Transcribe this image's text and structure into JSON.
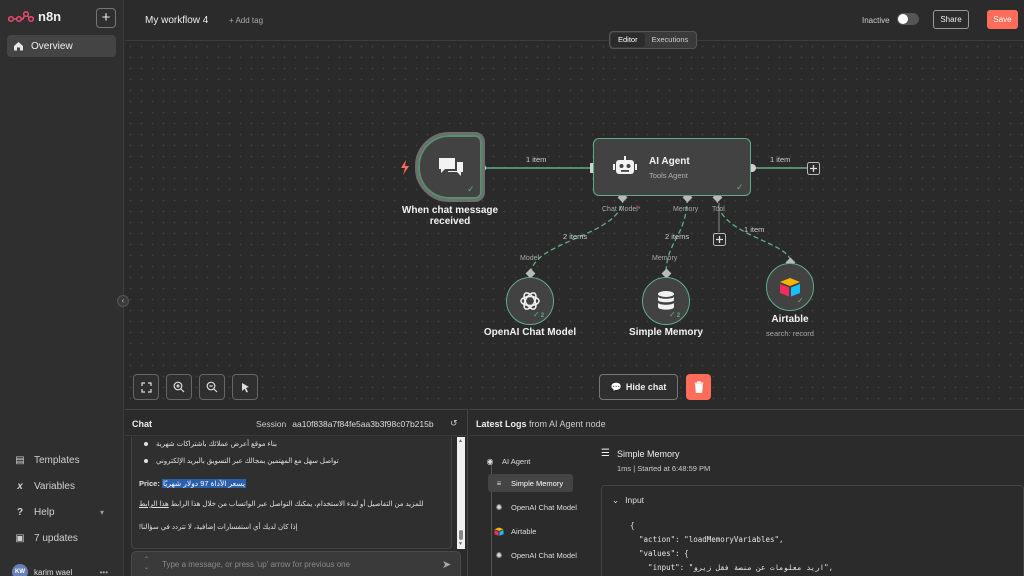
{
  "app": {
    "logo_text": "n8n"
  },
  "sidebar": {
    "overview_label": "Overview",
    "bottom_items": [
      {
        "label": "Templates"
      },
      {
        "label": "Variables"
      },
      {
        "label": "Help"
      },
      {
        "label": "7 updates"
      }
    ],
    "user_name": "karim wael",
    "user_initials": "KW"
  },
  "header": {
    "workflow_title": "My workflow 4",
    "add_tag": "+ Add tag",
    "status_label": "Inactive",
    "share_label": "Share",
    "save_label": "Save",
    "tabs": [
      {
        "label": "Editor"
      },
      {
        "label": "Executions"
      }
    ]
  },
  "canvas": {
    "trigger": {
      "label_line1": "When chat message",
      "label_line2": "received"
    },
    "agent": {
      "title": "AI Agent",
      "subtitle": "Tools Agent",
      "ports": {
        "chat_model": "Chat Model",
        "chat_model_req": "*",
        "memory": "Memory",
        "tool": "Tool"
      }
    },
    "edges": {
      "trigger_to_agent": "1 item",
      "agent_out": "1 item",
      "model": "2 items",
      "memory": "2 items",
      "tool": "1 item"
    },
    "model_node": {
      "port_label": "Model",
      "label": "OpenAI Chat Model",
      "run_count": "2"
    },
    "memory_node": {
      "port_label": "Memory",
      "label": "Simple Memory",
      "run_count": "2"
    },
    "tool_node": {
      "label": "Airtable",
      "subtitle": "search: record"
    },
    "controls": {
      "hide_chat": "Hide chat"
    }
  },
  "chat": {
    "title": "Chat",
    "session_label": "Session",
    "session_id": "aa10f838a7f84fe5aa3b3f98c07b215b",
    "messages": {
      "bullet1": "بناء موقع أعرض عملائك باشتراكات شهرية",
      "bullet2": "تواصل سهل مع المهتمين بمجالك عبر التسويق بالبريد الإلكتروني",
      "price_label": "Price:",
      "price_text": "يسعر الآداة 97 دولار شهريًا",
      "line_more": "للمزيد من التفاصيل أو لبدء الاستخدام، يمكنك التواصل عبر الواتساب من خلال هذا الرابط",
      "line_more_link": "هذا الرابط",
      "line_help": "إذا كان لديك أي استفسارات إضافية، لا تتردد في سؤالنا!"
    },
    "input_placeholder": "Type a message, or press 'up' arrow for previous one"
  },
  "logs": {
    "title_prefix": "Latest Logs",
    "title_suffix": "from AI Agent node",
    "tree": [
      {
        "label": "AI Agent"
      },
      {
        "label": "Simple Memory"
      },
      {
        "label": "OpenAI Chat Model"
      },
      {
        "label": "Airtable"
      },
      {
        "label": "OpenAI Chat Model"
      }
    ],
    "detail": {
      "title": "Simple Memory",
      "meta": "1ms | Started at 6:48:59 PM",
      "section": "Input",
      "code": [
        "{",
        "  \"action\": \"loadMemoryVariables\",",
        "  \"values\": {",
        "    \"input\": \"اريد معلومات عن منصة فقل زيرو\","
      ]
    }
  },
  "colors": {
    "accent": "#ff6d5a",
    "success": "#5fae85",
    "canvas_bg": "#2a2a2a"
  }
}
